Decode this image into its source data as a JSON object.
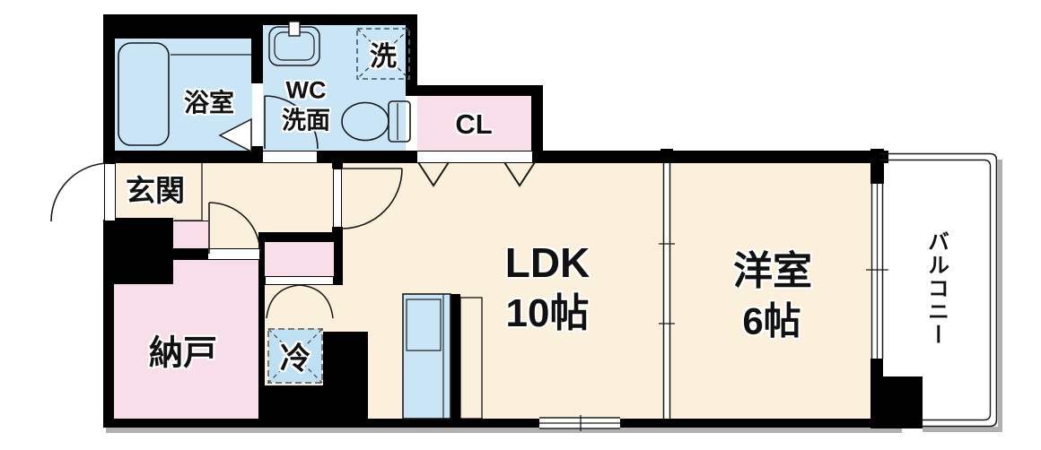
{
  "rooms": {
    "bathroom": {
      "name": "浴室"
    },
    "washroom": {
      "wc": "WC",
      "senmen": "洗面"
    },
    "washer": {
      "name": "洗"
    },
    "closet": {
      "name": "CL"
    },
    "entrance": {
      "name": "玄関"
    },
    "ldk": {
      "name": "LDK",
      "size": "10帖"
    },
    "western_room": {
      "name": "洋室",
      "size": "6帖"
    },
    "storage_room": {
      "name": "納戸"
    },
    "refrigerator": {
      "name": "冷"
    },
    "balcony": {
      "name": "バルコニー"
    }
  },
  "colors": {
    "floor": "#FAF0DB",
    "pink": "#F8DEE9",
    "blue": "#C9E5F6",
    "fridge_blue": "#BFE0F3",
    "wall": "#000000",
    "shadow": "#B0B0B0"
  }
}
